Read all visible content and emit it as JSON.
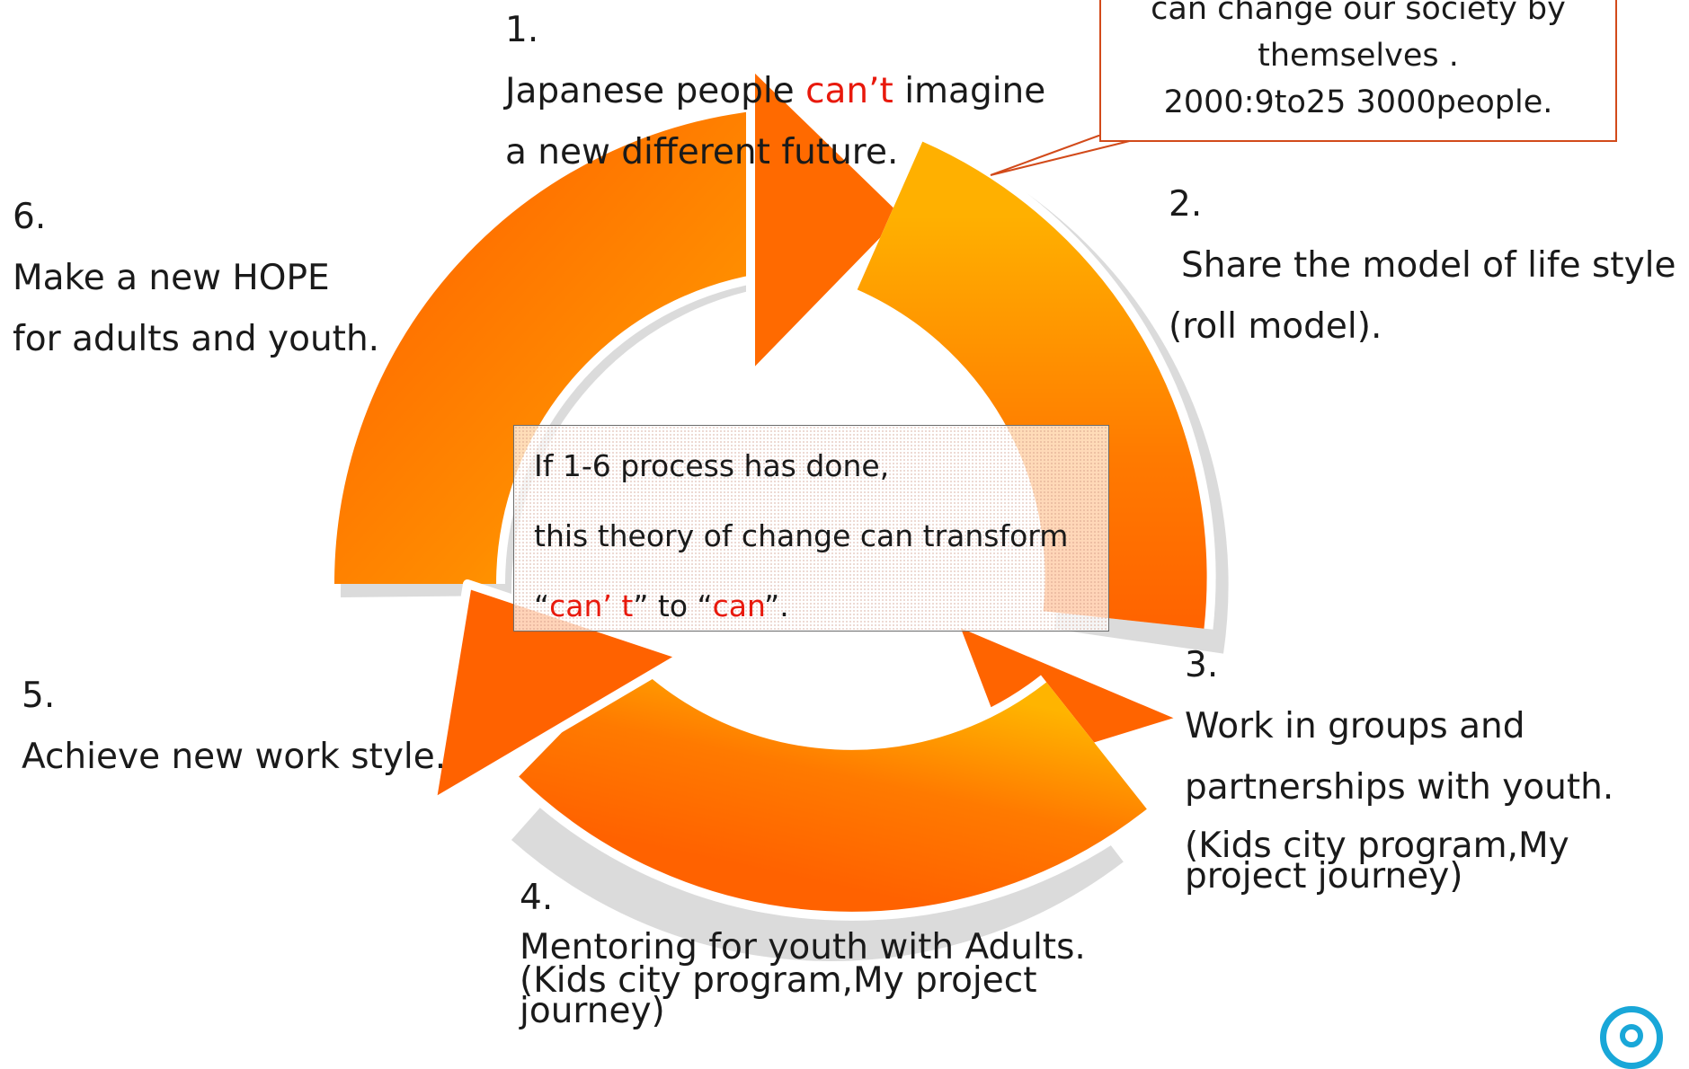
{
  "callout": {
    "lines": [
      "can change our society by",
      "themselves .",
      "2000:9to25 3000people."
    ]
  },
  "steps": {
    "s1": {
      "number": "1.",
      "line1_pre": "Japanese people ",
      "line1_red": "can’t",
      "line1_post": " imagine",
      "line2": "a new different future."
    },
    "s2": {
      "number": "2.",
      "line1": "Share the model of life style",
      "line2": "(roll model)."
    },
    "s3": {
      "number": "3.",
      "line1": "Work in groups and",
      "line2": "partnerships with youth.",
      "line3": "(Kids city program,My",
      "line4": "project journey)"
    },
    "s4": {
      "number": "4.",
      "line1": "Mentoring for youth with Adults.",
      "line2": " (Kids city program,My project",
      "line3": "journey)"
    },
    "s5": {
      "number": "5.",
      "line1": "Achieve new work style."
    },
    "s6": {
      "number": "6.",
      "line1": "Make a new HOPE",
      "line2": "for adults  and youth."
    }
  },
  "center": {
    "line1": "If 1-6 process has done,",
    "line2": "this theory of change can transform",
    "q1": "“",
    "cant": "can’ t",
    "mid": "” to “",
    "can": "can",
    "end": "”."
  },
  "colors": {
    "arrow_orange": "#ff6a00",
    "arrow_yellow": "#ffb400",
    "highlight_red": "#e8190c",
    "callout_border": "#d24a1a",
    "logo_blue": "#19a7d8"
  },
  "icons": [
    "logo-icon"
  ]
}
